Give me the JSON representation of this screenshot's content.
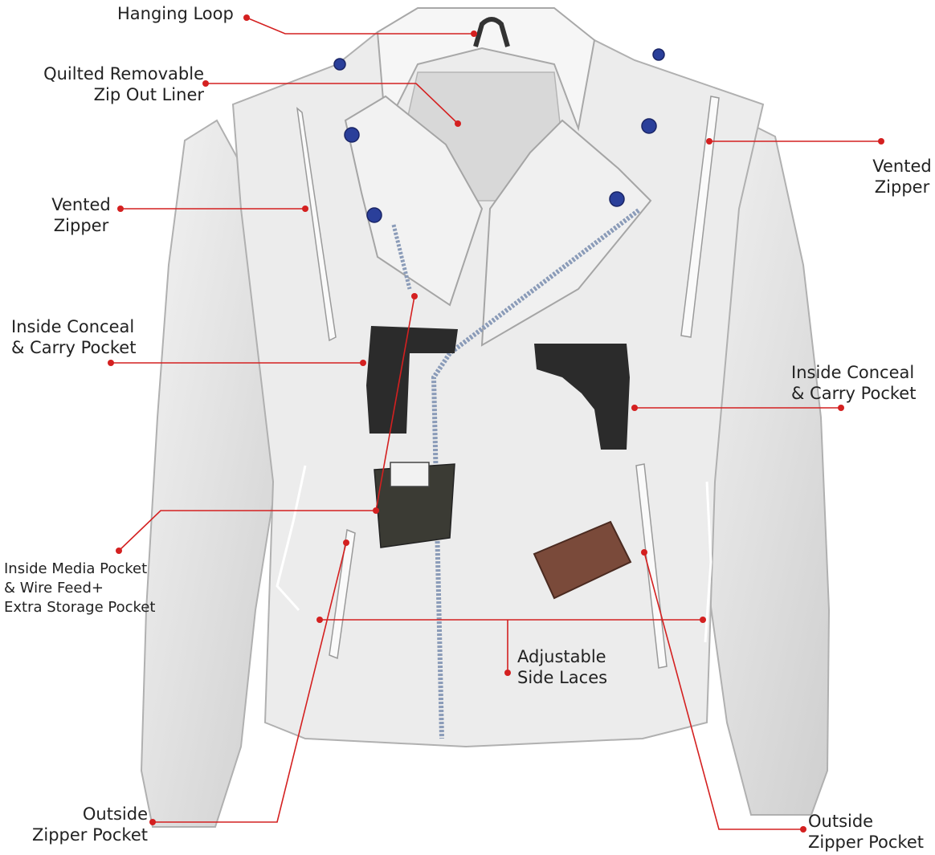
{
  "colors": {
    "callout": "#d42020",
    "leather": "#e9e9e9",
    "leather_shadow": "#b9b9b9",
    "snap": "#2a3f9a",
    "zipper": "#8a9bb8",
    "liner": "#d5d5d5",
    "gun": "#2a2a2a",
    "wallet": "#7a4a3a",
    "pouch": "#3a3a32",
    "text": "#222222"
  },
  "labels": {
    "hanging_loop": [
      "Hanging Loop"
    ],
    "liner": [
      "Quilted Removable",
      "Zip Out Liner"
    ],
    "vented_zipper_left": [
      "Vented",
      "Zipper"
    ],
    "vented_zipper_right": [
      "Vented",
      "Zipper"
    ],
    "conceal_left": [
      "Inside Conceal",
      "& Carry Pocket"
    ],
    "conceal_right": [
      "Inside Conceal",
      "& Carry Pocket"
    ],
    "media_pocket": [
      "Inside Media Pocket",
      "& Wire Feed+",
      "Extra Storage Pocket"
    ],
    "side_laces": [
      "Adjustable",
      "Side Laces"
    ],
    "zipper_pocket_left": [
      "Outside",
      "Zipper Pocket"
    ],
    "zipper_pocket_right": [
      "Outside",
      "Zipper Pocket"
    ]
  }
}
